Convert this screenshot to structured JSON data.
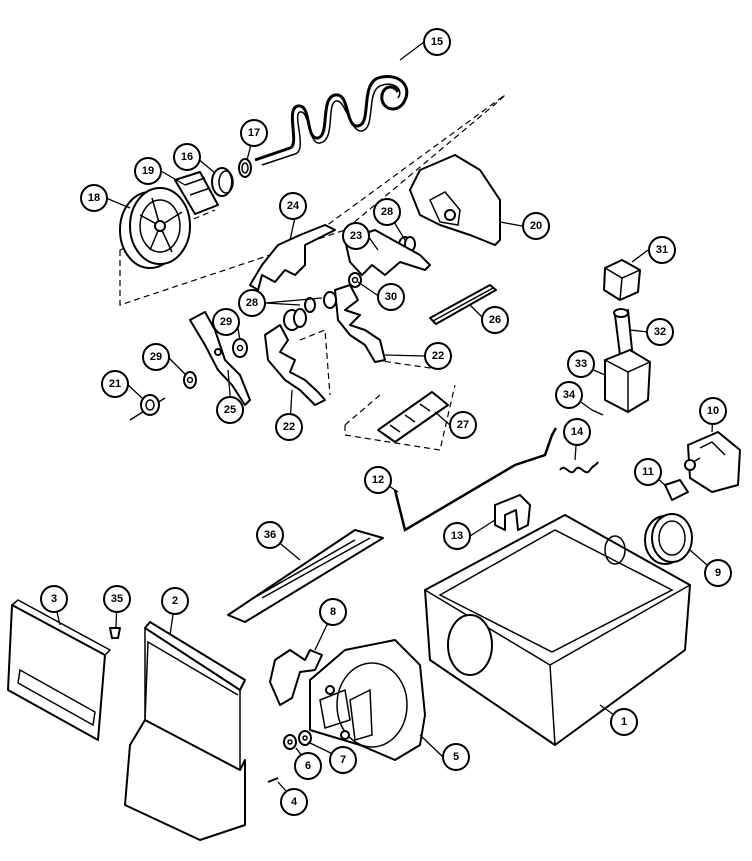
{
  "callouts": [
    {
      "id": "c1",
      "label": "1"
    },
    {
      "id": "c2",
      "label": "2"
    },
    {
      "id": "c3",
      "label": "3"
    },
    {
      "id": "c4",
      "label": "4"
    },
    {
      "id": "c5",
      "label": "5"
    },
    {
      "id": "c6",
      "label": "6"
    },
    {
      "id": "c7",
      "label": "7"
    },
    {
      "id": "c8",
      "label": "8"
    },
    {
      "id": "c9",
      "label": "9"
    },
    {
      "id": "c10",
      "label": "10"
    },
    {
      "id": "c11",
      "label": "11"
    },
    {
      "id": "c12",
      "label": "12"
    },
    {
      "id": "c13",
      "label": "13"
    },
    {
      "id": "c14",
      "label": "14"
    },
    {
      "id": "c15",
      "label": "15"
    },
    {
      "id": "c16",
      "label": "16"
    },
    {
      "id": "c17",
      "label": "17"
    },
    {
      "id": "c18",
      "label": "18"
    },
    {
      "id": "c19",
      "label": "19"
    },
    {
      "id": "c20",
      "label": "20"
    },
    {
      "id": "c21",
      "label": "21"
    },
    {
      "id": "c22a",
      "label": "22"
    },
    {
      "id": "c22b",
      "label": "22"
    },
    {
      "id": "c23",
      "label": "23"
    },
    {
      "id": "c24",
      "label": "24"
    },
    {
      "id": "c25",
      "label": "25"
    },
    {
      "id": "c26",
      "label": "26"
    },
    {
      "id": "c27",
      "label": "27"
    },
    {
      "id": "c28a",
      "label": "28"
    },
    {
      "id": "c28b",
      "label": "28"
    },
    {
      "id": "c29a",
      "label": "29"
    },
    {
      "id": "c29b",
      "label": "29"
    },
    {
      "id": "c30",
      "label": "30"
    },
    {
      "id": "c31",
      "label": "31"
    },
    {
      "id": "c32",
      "label": "32"
    },
    {
      "id": "c33",
      "label": "33"
    },
    {
      "id": "c34",
      "label": "34"
    },
    {
      "id": "c35",
      "label": "35"
    },
    {
      "id": "c36",
      "label": "36"
    }
  ]
}
